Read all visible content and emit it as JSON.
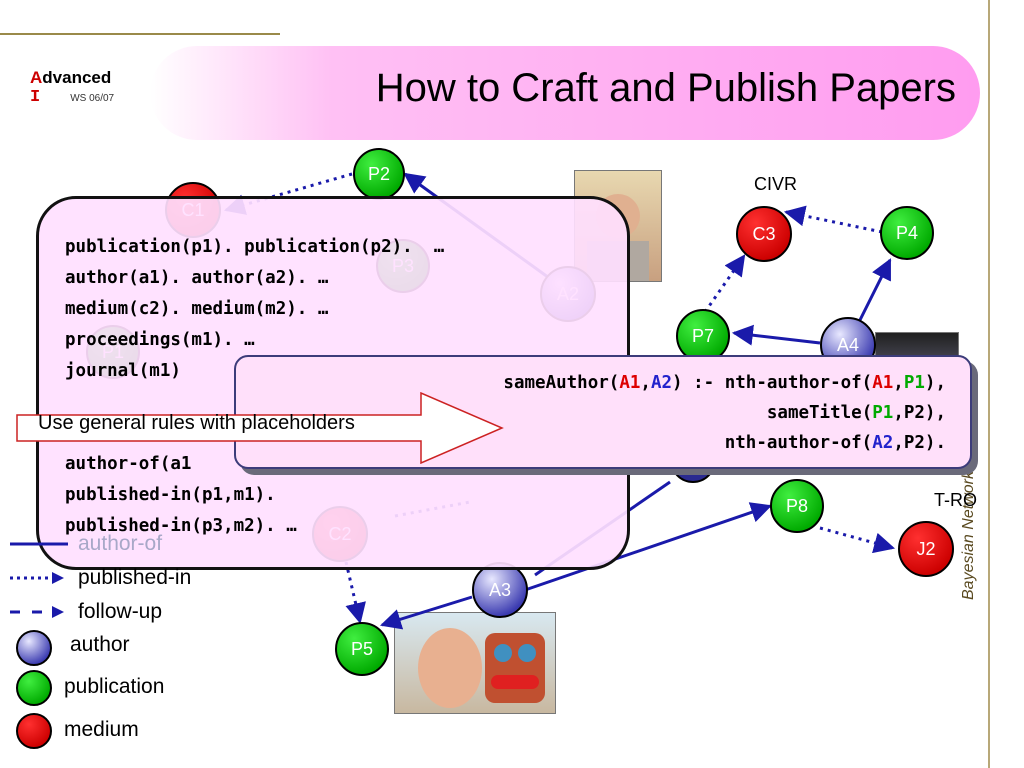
{
  "header": {
    "logo_letter": "A",
    "logo_rest": "dvanced",
    "logo_line2": "I",
    "term": "WS 06/07",
    "title": "How to Craft and Publish Papers"
  },
  "side_label": "Bayesian Networks  - Relational",
  "colors": {
    "author": "#3a3ab0",
    "publication": "#00bb00",
    "medium": "#dd0000",
    "edge": "#1a1aaa",
    "title_gradient_end": "#ff9cf0"
  },
  "graph": {
    "nodes": {
      "P2": "P2",
      "C1": "C1",
      "P3": "P3",
      "A2": "A2",
      "P1": "P1",
      "C3": "C3",
      "P4": "P4",
      "P7": "P7",
      "A4": "A4",
      "P8": "P8",
      "J2": "J2",
      "A3": "A3",
      "P5": "P5",
      "C2": "C2"
    },
    "labels": {
      "civr": "CIVR",
      "tro": "T-RO"
    }
  },
  "code_lines": [
    "publication(p1). publication(p2).  …",
    "author(a1). author(a2). …",
    "medium(c2). medium(m2). …",
    "proceedings(m1). …",
    "journal(m1)",
    "author-of(a1",
    "published-in(p1,m1).",
    "published-in(p3,m2). …"
  ],
  "rule": {
    "line1": {
      "head": "sameAuthor(",
      "v1": "A1",
      "comma": ",",
      "v2": "A2",
      "mid": ") :- nth-author-of(",
      "v3": "A1",
      "comma2": ",",
      "v4": "P1",
      "end": "),"
    },
    "line2": {
      "a": "sameTitle(",
      "v": "P1",
      "end": ",P2),"
    },
    "line3": {
      "a": "nth-author-of(",
      "v": "A2",
      "end": ",P2)."
    }
  },
  "callout": "Use general rules with placeholders",
  "legend": [
    {
      "label": "author-of",
      "icon": "solid-line-icon"
    },
    {
      "label": "published-in",
      "icon": "dotted-arrow-icon"
    },
    {
      "label": "follow-up",
      "icon": "dashed-arrow-icon"
    },
    {
      "label": "author",
      "icon": "author-node-icon"
    },
    {
      "label": "publication",
      "icon": "publication-node-icon"
    },
    {
      "label": "medium",
      "icon": "medium-node-icon"
    }
  ]
}
